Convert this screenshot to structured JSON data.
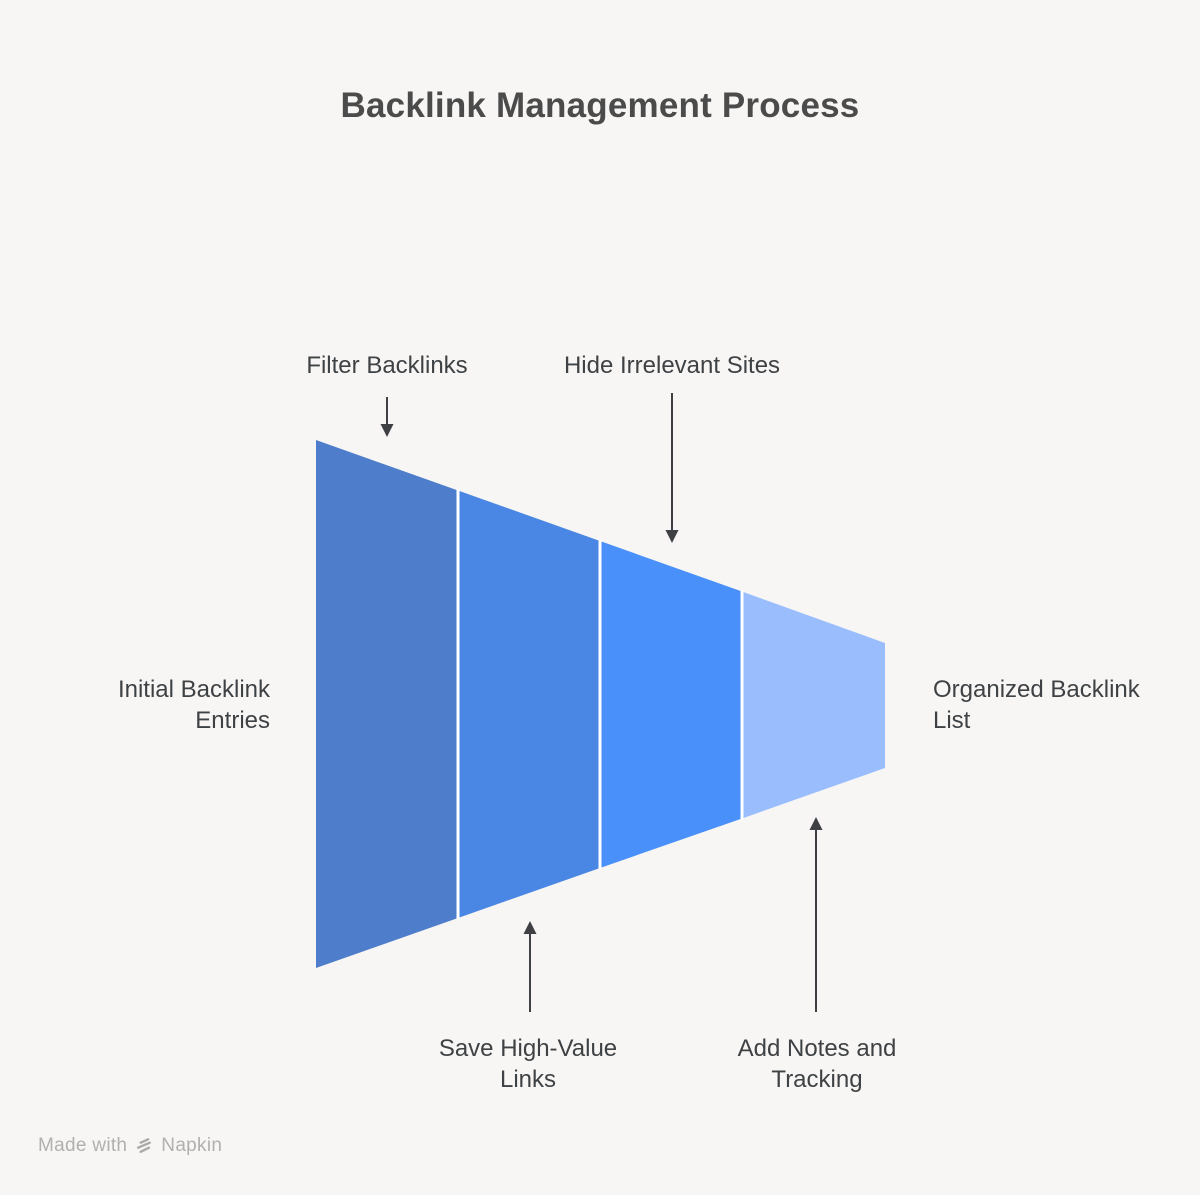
{
  "title": "Backlink Management Process",
  "chart_data": {
    "type": "funnel",
    "orientation": "horizontal-left-to-right",
    "input_label": "Initial Backlink Entries",
    "output_label": "Organized Backlink List",
    "stages": [
      {
        "label": "Filter Backlinks",
        "annotation_position": "top",
        "color": "#4e7dcb"
      },
      {
        "label": "Hide Irrelevant Sites",
        "annotation_position": "top",
        "color": "#4a87e4"
      },
      {
        "label": "Save High-Value Links",
        "annotation_position": "bottom",
        "color": "#4a90fb"
      },
      {
        "label": "Add Notes and Tracking",
        "annotation_position": "bottom",
        "color": "#9abefd"
      }
    ],
    "background_color": "#f7f6f4",
    "divider_color": "#ffffff",
    "arrow_color": "#3e4043",
    "text_color": "#3f4245",
    "title_color": "#4b4b4b"
  },
  "funnel": {
    "segments": [
      {
        "name": "segment-1",
        "color": "#4e7dcb"
      },
      {
        "name": "segment-2",
        "color": "#4a87e4"
      },
      {
        "name": "segment-3",
        "color": "#4a90fb"
      },
      {
        "name": "segment-4",
        "color": "#9abefd"
      }
    ]
  },
  "labels": {
    "top_left": "Filter Backlinks",
    "top_right": "Hide Irrelevant Sites",
    "left": "Initial Backlink Entries",
    "right": "Organized Backlink List",
    "bottom_left": "Save High-Value Links",
    "bottom_right": "Add Notes and Tracking"
  },
  "watermark": {
    "prefix": "Made with",
    "brand": "Napkin"
  }
}
